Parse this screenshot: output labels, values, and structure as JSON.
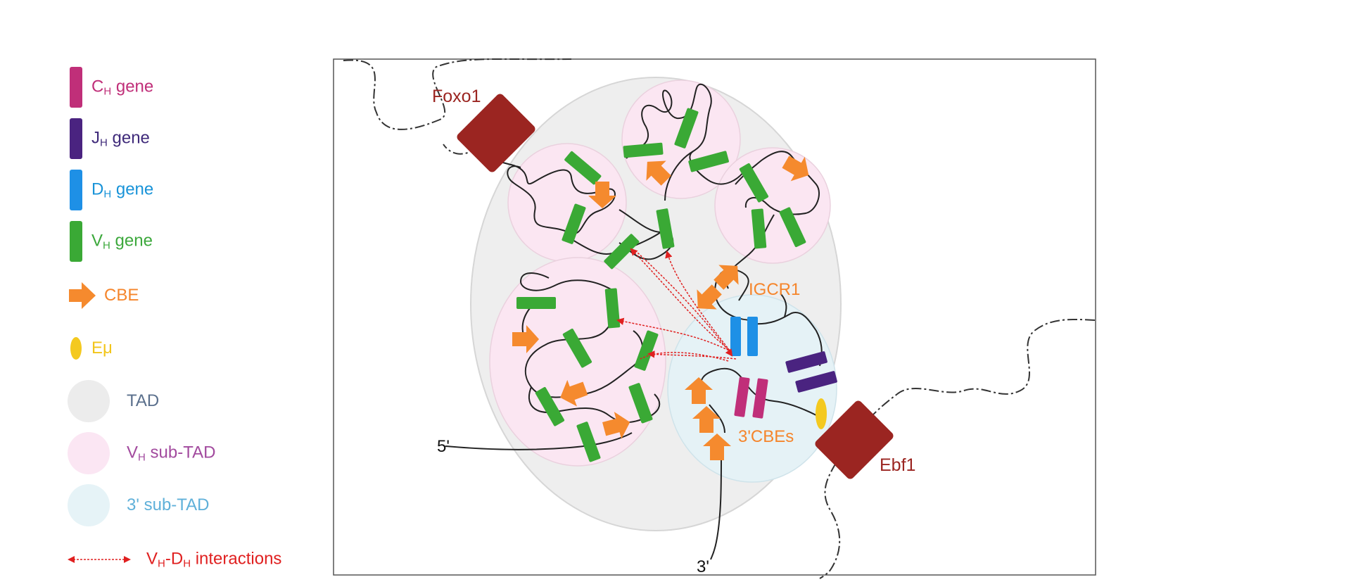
{
  "legend": [
    {
      "id": "ch",
      "main": "C",
      "sub": "H",
      "rest": " gene",
      "color": "#c02f79",
      "symbol": "bar",
      "symbol_color": "#c02f79"
    },
    {
      "id": "jh",
      "main": "J",
      "sub": "H",
      "rest": " gene",
      "color": "#3f2a7a",
      "symbol": "bar",
      "symbol_color": "#4a2380"
    },
    {
      "id": "dh",
      "main": "D",
      "sub": "H",
      "rest": " gene",
      "color": "#1893d8",
      "symbol": "bar",
      "symbol_color": "#1e90e6"
    },
    {
      "id": "vh",
      "main": "V",
      "sub": "H",
      "rest": " gene",
      "color": "#3ca83c",
      "symbol": "bar",
      "symbol_color": "#3aa935"
    },
    {
      "id": "cbe",
      "main": "CBE",
      "sub": "",
      "rest": "",
      "color": "#f5852b",
      "symbol": "arrow",
      "symbol_color": "#f58a2e"
    },
    {
      "id": "emu",
      "main": "Eμ",
      "sub": "",
      "rest": "",
      "color": "#f2c51a",
      "symbol": "ellipse",
      "symbol_color": "#f4c91f"
    },
    {
      "id": "tad",
      "main": "TAD",
      "sub": "",
      "rest": "",
      "color": "#5a6f8c",
      "symbol": "circle",
      "symbol_color": "#ececec"
    },
    {
      "id": "vhsub",
      "main": "V",
      "sub": "H",
      "rest": " sub-TAD",
      "color": "#a24a9e",
      "symbol": "circle",
      "symbol_color": "#fbe6f3"
    },
    {
      "id": "sub3",
      "main": "3' sub-TAD",
      "sub": "",
      "rest": "",
      "color": "#5fb0d9",
      "symbol": "circle",
      "symbol_color": "#e6f3f7"
    },
    {
      "id": "inter",
      "main": "V",
      "sub": "H",
      "rest": "-D",
      "sub2": "H",
      "rest2": " interactions",
      "color": "#e02020",
      "symbol": "dashed-arrow",
      "symbol_color": "#e02020"
    }
  ],
  "labels": {
    "foxo1": "Foxo1",
    "ebf1": "Ebf1",
    "igcr1": "IGCR1",
    "cbes3": "3'CBEs",
    "five_prime": "5'",
    "three_prime": "3'"
  },
  "colors": {
    "anchor": "#9b2521",
    "tad_fill": "#eeeeee",
    "vh_subtad_fill": "#fbe6f2",
    "subtad3_fill": "#e5f2f6",
    "vh": "#3aa935",
    "dh": "#1e90e6",
    "jh": "#4a2380",
    "ch": "#c02f79",
    "cbe": "#f58a2e",
    "emu": "#f4c91f",
    "interaction": "#e02020",
    "label_orange": "#f5852b"
  }
}
